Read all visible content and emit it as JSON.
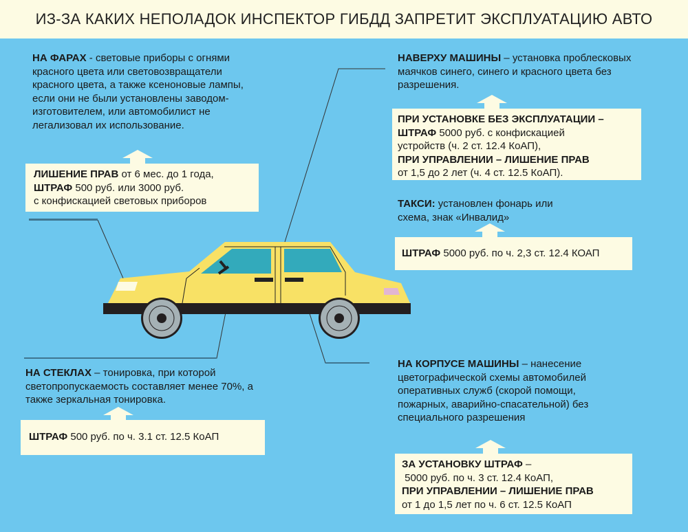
{
  "title": "ИЗ-ЗА КАКИХ НЕПОЛАДОК ИНСПЕКТОР ГИБДД ЗАПРЕТИТ ЭКСПЛУАТАЦИЮ АВТО",
  "headlights": {
    "heading": "НА ФАРАХ",
    "text": " - световые приборы с огнями красного цвета или световозвращатели красного цвета, а также ксеноновые лампы, если они не были установлены заводом-изготовителем, или автомобилист не легализовал их использование.",
    "penalty": [
      {
        "b": "ЛИШЕНИЕ ПРАВ",
        "t": " от 6 мес. до 1 года,"
      },
      {
        "b": "ШТРАФ",
        "t": " 500 руб. или 3000 руб."
      },
      {
        "b": "",
        "t": "с конфискацией световых приборов"
      }
    ]
  },
  "roof": {
    "heading": "НАВЕРХУ МАШИНЫ",
    "text": " – установка проблесковых маячков синего, синего и красного цвета без разрешения.",
    "penalty": [
      {
        "b": "ПРИ УСТАНОВКЕ БЕЗ ЭКСПЛУАТАЦИИ –",
        "t": ""
      },
      {
        "b": "ШТРАФ",
        "t": " 5000 руб. с конфискацией"
      },
      {
        "b": "",
        "t": "устройств (ч. 2 ст. 12.4 КоАП),"
      },
      {
        "b": "ПРИ УПРАВЛЕНИИ  – ЛИШЕНИЕ ПРАВ",
        "t": ""
      },
      {
        "b": "",
        "t": "от 1,5 до 2 лет (ч. 4 ст. 12.5 КоАП)."
      }
    ]
  },
  "taxi": {
    "heading": "ТАКСИ:",
    "text": " установлен фонарь или схема,  знак «Инвалид»",
    "penalty": [
      {
        "b": "ШТРАФ",
        "t": " 5000 руб. по ч. 2,3 ст. 12.4 КОАП"
      }
    ]
  },
  "glass": {
    "heading": "НА СТЕКЛАХ",
    "text": " – тонировка, при которой светопропускаемость составляет менее 70%, а также зеркальная тонировка.",
    "penalty": [
      {
        "b": "ШТРАФ",
        "t": " 500 руб. по ч. 3.1 ст. 12.5 КоАП"
      }
    ]
  },
  "body": {
    "heading": "НА КОРПУСЕ МАШИНЫ",
    "text": " – нанесение цветографической схемы автомобилей оперативных служб (скорой помощи, пожарных, аварийно-спасательной) без специального разрешения",
    "penalty": [
      {
        "b": "ЗА УСТАНОВКУ ШТРАФ",
        "t": " –"
      },
      {
        "b": "",
        "t": " 5000 руб. по ч. 3 ст. 12.4 КоАП,"
      },
      {
        "b": "ПРИ УПРАВЛЕНИИ – ЛИШЕНИЕ ПРАВ",
        "t": ""
      },
      {
        "b": "",
        "t": "от 1 до 1,5 лет по ч. 6 ст. 12.5 КоАП"
      }
    ]
  },
  "colors": {
    "background": "#6dc7ee",
    "panel": "#fdfbe3",
    "car": "#f8e165",
    "glass": "#33aabb"
  }
}
